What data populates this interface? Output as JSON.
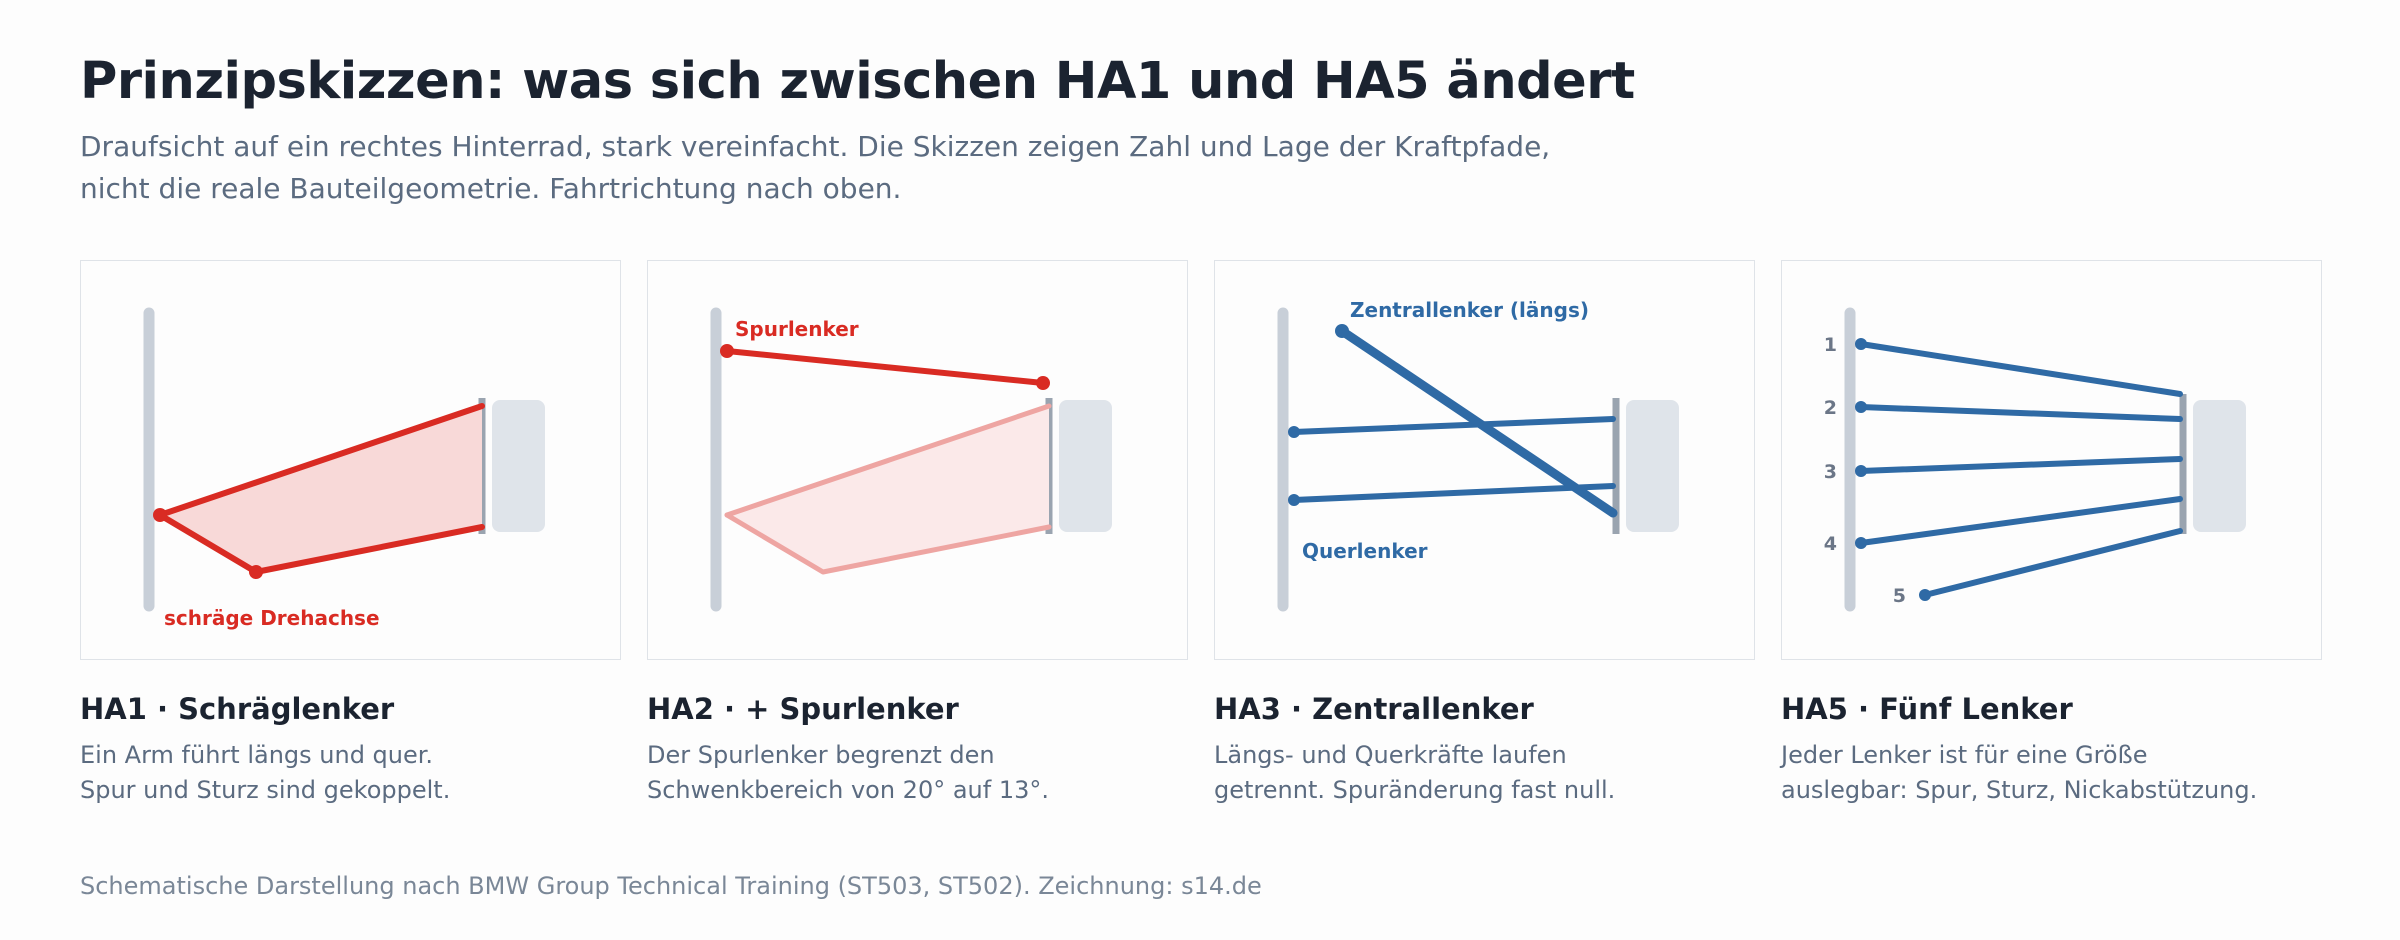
{
  "header": {
    "title": "Prinzipskizzen: was sich zwischen HA1 und HA5 ändert",
    "subtitle_line1": "Draufsicht auf ein rechtes Hinterrad, stark vereinfacht. Die Skizzen zeigen Zahl und Lage der Kraftpfade,",
    "subtitle_line2": "nicht die reale Bauteilgeometrie. Fahrtrichtung nach oben."
  },
  "panels": [
    {
      "label": "schräge Drehachse",
      "title": "HA1 · Schräglenker",
      "text_line1": "Ein Arm führt längs und quer.",
      "text_line2": "Spur und Sturz sind gekoppelt."
    },
    {
      "label": "Spurlenker",
      "title": "HA2 · + Spurlenker",
      "text_line1": "Der Spurlenker begrenzt den",
      "text_line2": "Schwenkbereich von 20° auf 13°."
    },
    {
      "label_top": "Zentrallenker (längs)",
      "label_bottom": "Querlenker",
      "title": "HA3 · Zentrallenker",
      "text_line1": "Längs- und Querkräfte laufen",
      "text_line2": "getrennt. Spuränderung fast null."
    },
    {
      "link_numbers": [
        "1",
        "2",
        "3",
        "4",
        "5"
      ],
      "title": "HA5 · Fünf Lenker",
      "text_line1": "Jeder Lenker ist für eine Größe",
      "text_line2": "auslegbar: Spur, Sturz, Nickabstützung."
    }
  ],
  "footnote": "Schematische Darstellung nach BMW Group Technical Training (ST503, ST502). Zeichnung: s14.de",
  "colors": {
    "red": "#d92b23",
    "red_light": "#eea5a2",
    "blue": "#2f6aa5",
    "frame": "#c8cfd8",
    "wheel": "#dfe4ea",
    "hub": "#9aa4b0"
  }
}
